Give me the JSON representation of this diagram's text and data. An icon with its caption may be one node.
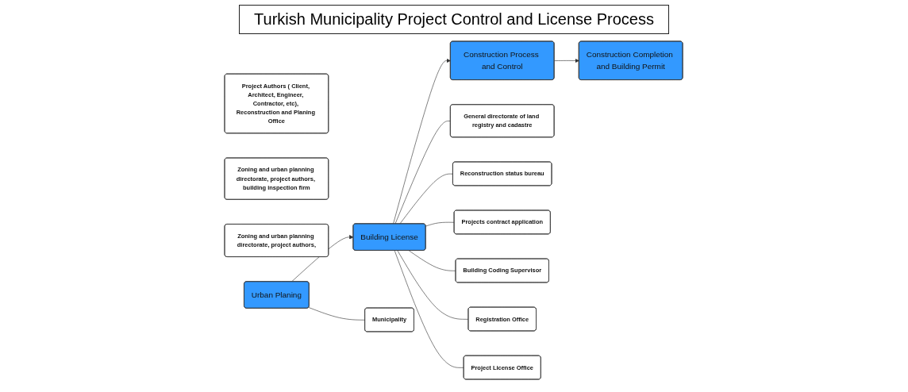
{
  "diagram": {
    "title": "Turkish Municipality Project Control and License  Process",
    "nodes": [
      {
        "text": [
          "Project Authors ( Client, Architect, Engineer, Contractor, etc), Reconstruction and Planing Office"
        ]
      },
      {
        "text": [
          "Zoning and urban planning directorate, project authors, building inspection firm"
        ]
      },
      {
        "text": [
          "Zoning and urban planning directorate, project authors,"
        ]
      },
      {
        "text": [
          "Urban Planing"
        ]
      },
      {
        "text": [
          "Building License"
        ]
      },
      {
        "text": [
          "Construction Process and Control"
        ]
      },
      {
        "text": [
          "Construction Completion and Building Permit"
        ]
      },
      {
        "text": [
          "Municipality"
        ]
      },
      {
        "text": [
          "General directorate of land registry and cadastre"
        ]
      },
      {
        "text": [
          "Reconstruction status bureau"
        ]
      },
      {
        "text": [
          "Projects contract application"
        ]
      },
      {
        "text": [
          "Building Coding Supervisor"
        ]
      },
      {
        "text": [
          "Registration Office"
        ]
      },
      {
        "text": [
          "Project License Office"
        ]
      }
    ],
    "edges": [
      {
        "from": 3,
        "to": 4,
        "arrow": "to"
      },
      {
        "from": 4,
        "to": 5,
        "arrow": "to"
      },
      {
        "from": 5,
        "to": 6,
        "arrow": "to"
      },
      {
        "from": 3,
        "to": 7,
        "arrow": "none"
      },
      {
        "from": 4,
        "to": 8,
        "arrow": "none"
      },
      {
        "from": 4,
        "to": 9,
        "arrow": "none"
      },
      {
        "from": 4,
        "to": 10,
        "arrow": "none"
      },
      {
        "from": 4,
        "to": 11,
        "arrow": "none"
      },
      {
        "from": 4,
        "to": 12,
        "arrow": "none"
      },
      {
        "from": 4,
        "to": 13,
        "arrow": "none"
      }
    ]
  }
}
